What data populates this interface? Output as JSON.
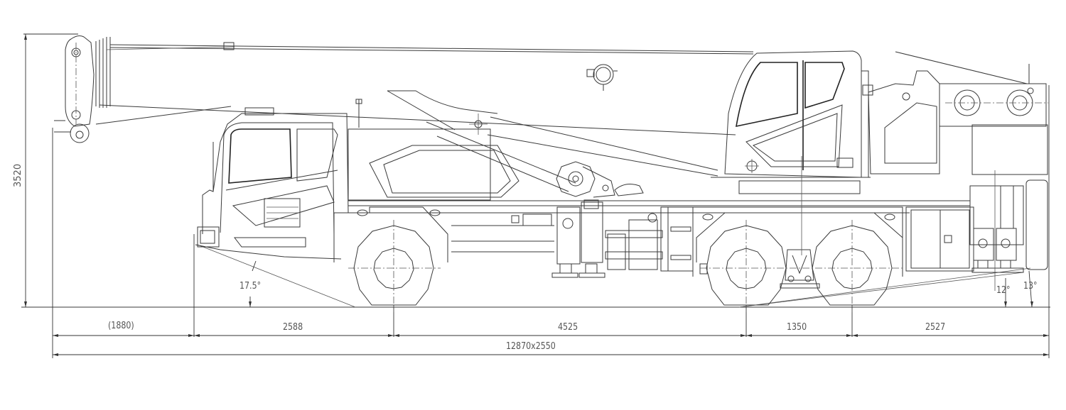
{
  "drawing": {
    "subject": "Truck crane side elevation",
    "line_color": "#3a3a3a",
    "background": "#ffffff"
  },
  "dimensions": {
    "overall_height": "3520",
    "front_overhang": "(1880)",
    "front_to_axle1": "2588",
    "axle1_to_axle2": "4525",
    "axle2_to_axle3": "1350",
    "rear_overhang": "2527",
    "overall_length_width": "12870x2550"
  },
  "angles": {
    "approach_angle": "17.5°",
    "departure_angle_outrigger": "12°",
    "departure_angle": "13°"
  }
}
